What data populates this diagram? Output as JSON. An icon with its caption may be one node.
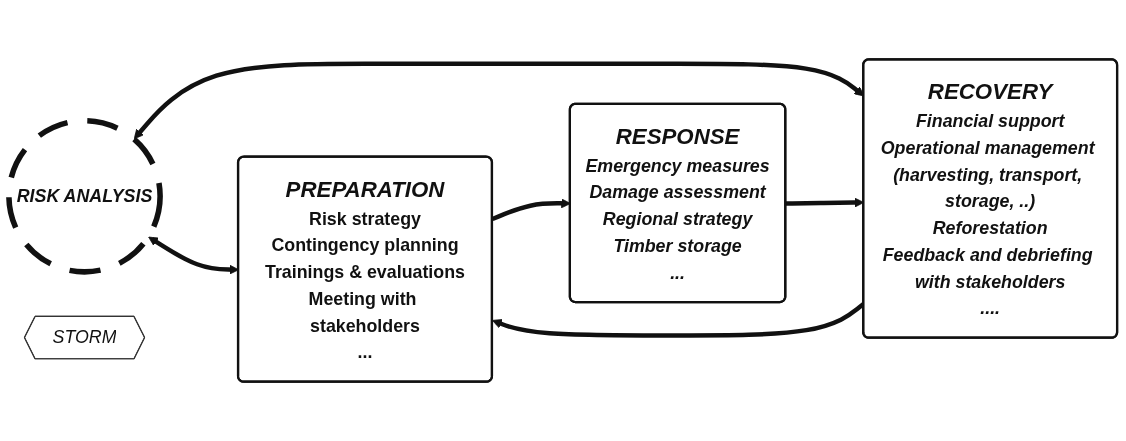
{
  "diagram": {
    "nodes": [
      {
        "text": [
          "RISK ANALYSIS"
        ]
      },
      {
        "text": [
          "PREPARATION",
          "Risk strategy",
          "Contingency planning",
          "Trainings & evaluations",
          "Meeting with stakeholders",
          "..."
        ]
      },
      {
        "text": [
          "STORM"
        ]
      },
      {
        "text": [
          "RESPONSE",
          "Emergency measures",
          "Damage assessment",
          "Regional strategy",
          "Timber storage",
          "..."
        ]
      },
      {
        "text": [
          "RECOVERY",
          "Financial support",
          "Operational management (harvesting, transport, storage, ..)",
          "Reforestation",
          "Feedback and debriefing with stakeholders",
          "...."
        ]
      }
    ],
    "edges": [
      {
        "from": 0,
        "to": 1,
        "arrow": "both"
      },
      {
        "from": 0,
        "to": 4,
        "arrow": "both"
      },
      {
        "from": 1,
        "to": 3,
        "arrow": "to"
      },
      {
        "from": 3,
        "to": 4,
        "arrow": "to"
      },
      {
        "from": 4,
        "to": 1,
        "arrow": "to"
      }
    ]
  }
}
